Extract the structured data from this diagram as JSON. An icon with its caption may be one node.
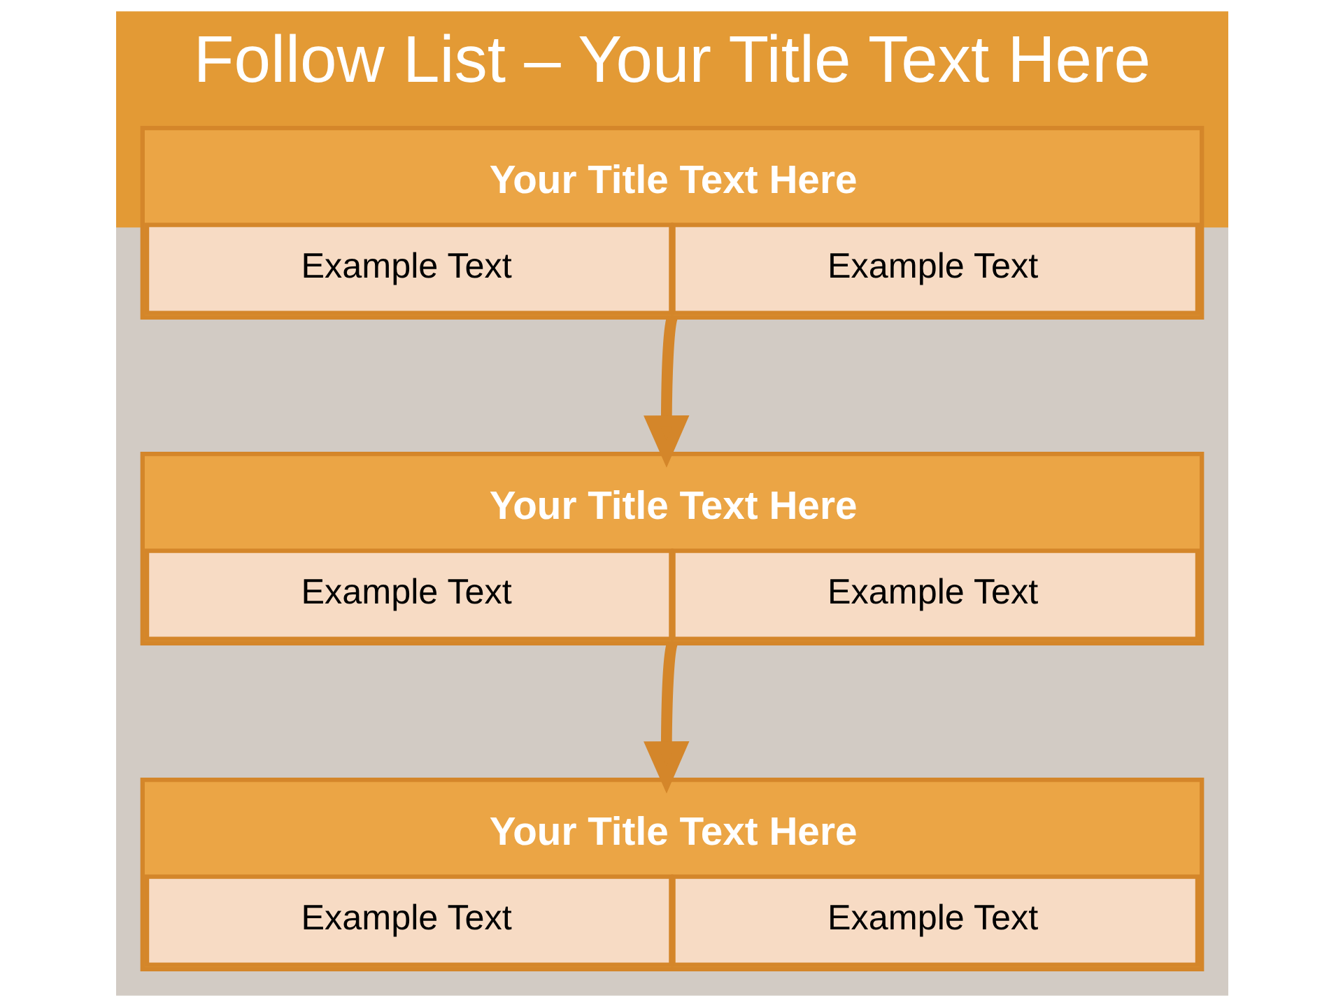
{
  "diagram": {
    "title": "Follow List – Your Title Text Here",
    "nodes": [
      {
        "text": [
          "Your Title Text Here"
        ]
      },
      {
        "text": [
          "Example Text"
        ],
        "in": 0
      },
      {
        "text": [
          "Example Text"
        ],
        "in": 0
      },
      {
        "text": [
          "Your Title Text Here"
        ]
      },
      {
        "text": [
          "Example Text"
        ],
        "in": 3
      },
      {
        "text": [
          "Example Text"
        ],
        "in": 3
      },
      {
        "text": [
          "Your Title Text Here"
        ]
      },
      {
        "text": [
          "Example Text"
        ],
        "in": 6
      },
      {
        "text": [
          "Example Text"
        ],
        "in": 6
      }
    ],
    "edges": [
      {
        "from": 0,
        "to": 3,
        "arrow": "to"
      },
      {
        "from": 3,
        "to": 6,
        "arrow": "to"
      }
    ]
  }
}
